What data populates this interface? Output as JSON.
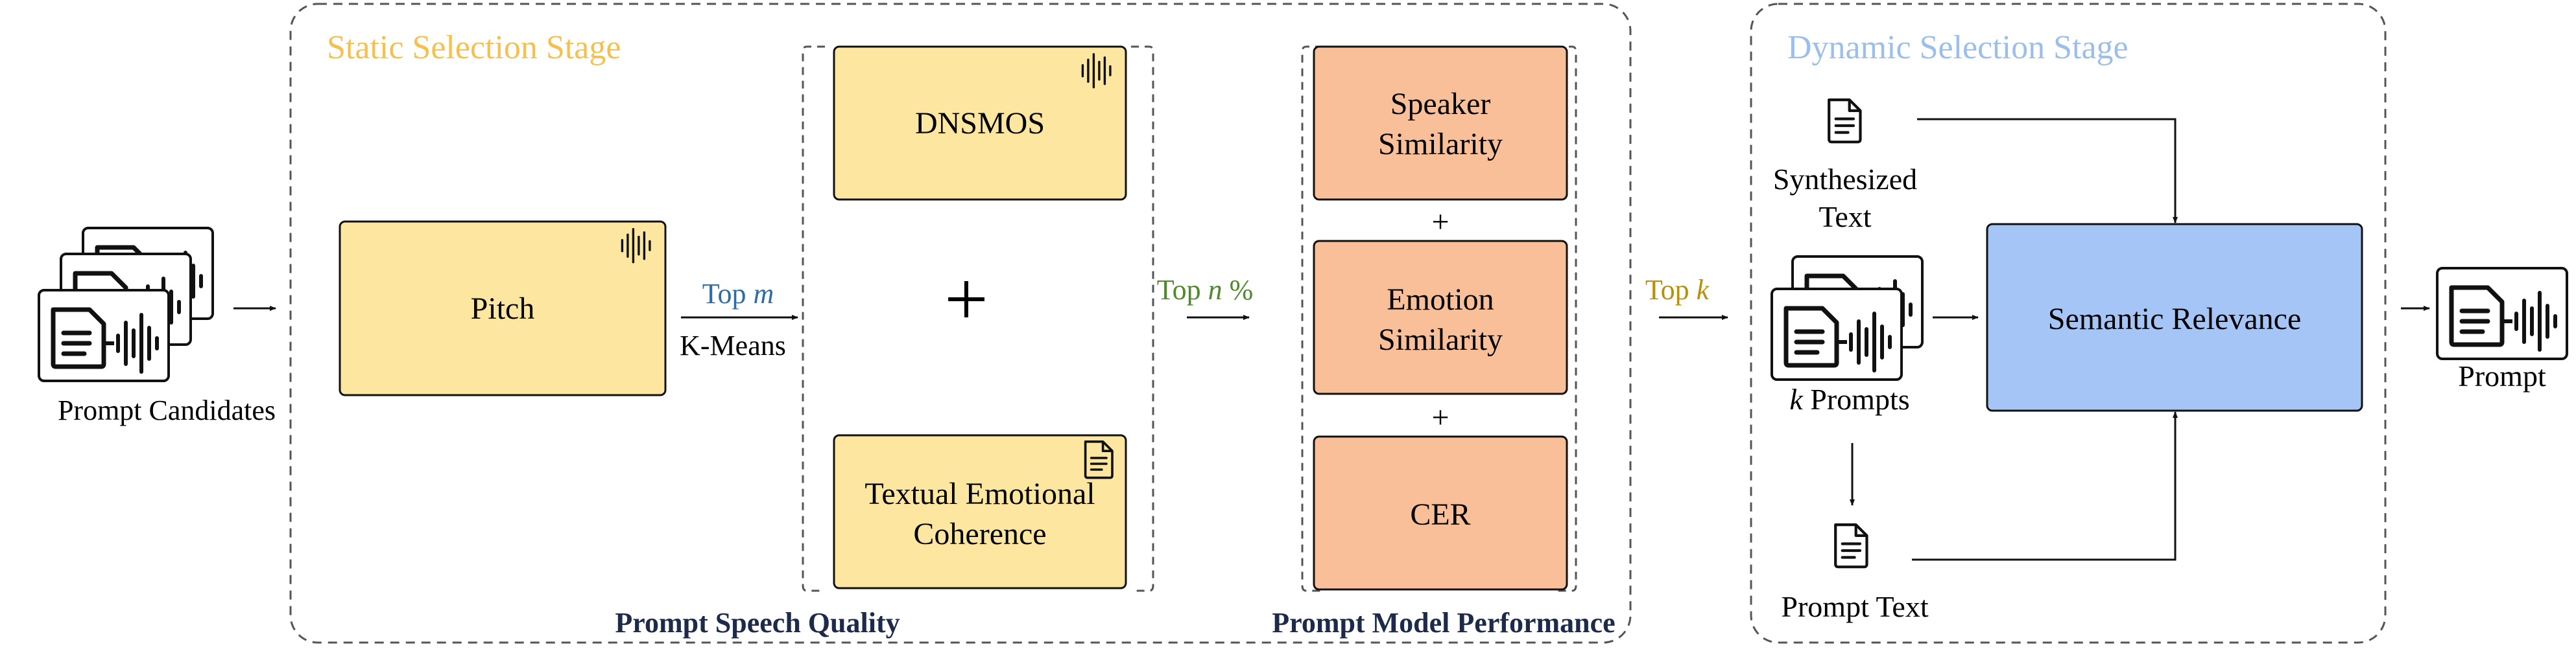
{
  "static_stage": {
    "title": "Static Selection Stage",
    "title_color": "#F5C04E",
    "pitch": "Pitch",
    "dnsmos": "DNSMOS",
    "plus": "+",
    "textual_line1": "Textual Emotional",
    "textual_line2": "Coherence",
    "speaker_line1": "Speaker",
    "speaker_line2": "Similarity",
    "emotion_line1": "Emotion",
    "emotion_line2": "Similarity",
    "cer": "CER",
    "speech_quality_label": "Prompt Speech Quality",
    "model_performance_label": "Prompt Model Performance"
  },
  "dynamic_stage": {
    "title": "Dynamic Selection Stage",
    "title_color": "#9BBEEB",
    "synth_line1": "Synthesized",
    "synth_line2": "Text",
    "k_prompts_var": "k",
    "k_prompts_rest": " Prompts",
    "prompt_text": "Prompt Text",
    "semantic": "Semantic Relevance"
  },
  "inputs": {
    "candidates": "Prompt Candidates"
  },
  "outputs": {
    "prompt": "Prompt"
  },
  "arrows": {
    "top_m_prefix": "Top ",
    "top_m_var": "m",
    "top_m_color": "#2E6DA4",
    "kmeans": "K-Means",
    "top_n_prefix": "Top ",
    "top_n_var": "n",
    "top_n_suffix": " %",
    "top_n_color": "#4F8A2A",
    "top_k_prefix": "Top ",
    "top_k_var": "k",
    "top_k_color": "#B8900A"
  },
  "colors": {
    "yellow_fill": "#FCE6A0",
    "orange_fill": "#F9BF98",
    "blue_fill": "#A4C5F5",
    "dashed_border": "#555555"
  },
  "icons": [
    "waveform-icon",
    "document-icon",
    "speech-document-icon"
  ]
}
